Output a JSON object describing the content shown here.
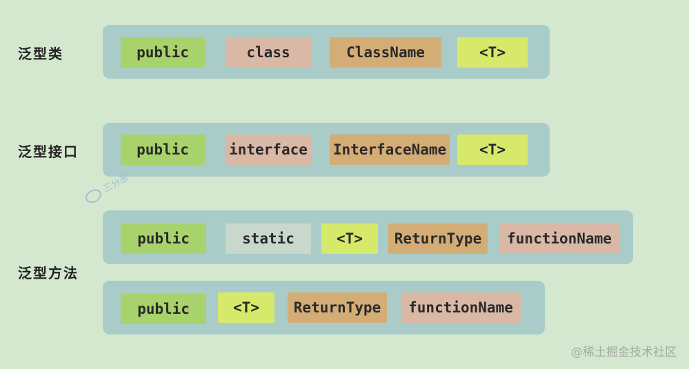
{
  "labels": {
    "generic_class": "泛型类",
    "generic_interface": "泛型接口",
    "generic_method": "泛型方法"
  },
  "rows": {
    "class": [
      "public",
      "class",
      "ClassName",
      "<T>"
    ],
    "interface": [
      "public",
      "interface",
      "InterfaceName",
      "<T>"
    ],
    "method_static": [
      "public",
      "static",
      "<T>",
      "ReturnType",
      "functionName"
    ],
    "method": [
      "public",
      "<T>",
      "ReturnType",
      "functionName"
    ]
  },
  "watermarks": {
    "corner": "@稀土掘金技术社区",
    "logo": "三分恶"
  },
  "colors": {
    "background": "#d3e8cf",
    "row": "#a9ccc8",
    "public": "#a8d26b",
    "keyword": "#d9b8a6",
    "name": "#d4ad76",
    "type_param": "#d7e96a",
    "static": "#c8d8cc"
  }
}
